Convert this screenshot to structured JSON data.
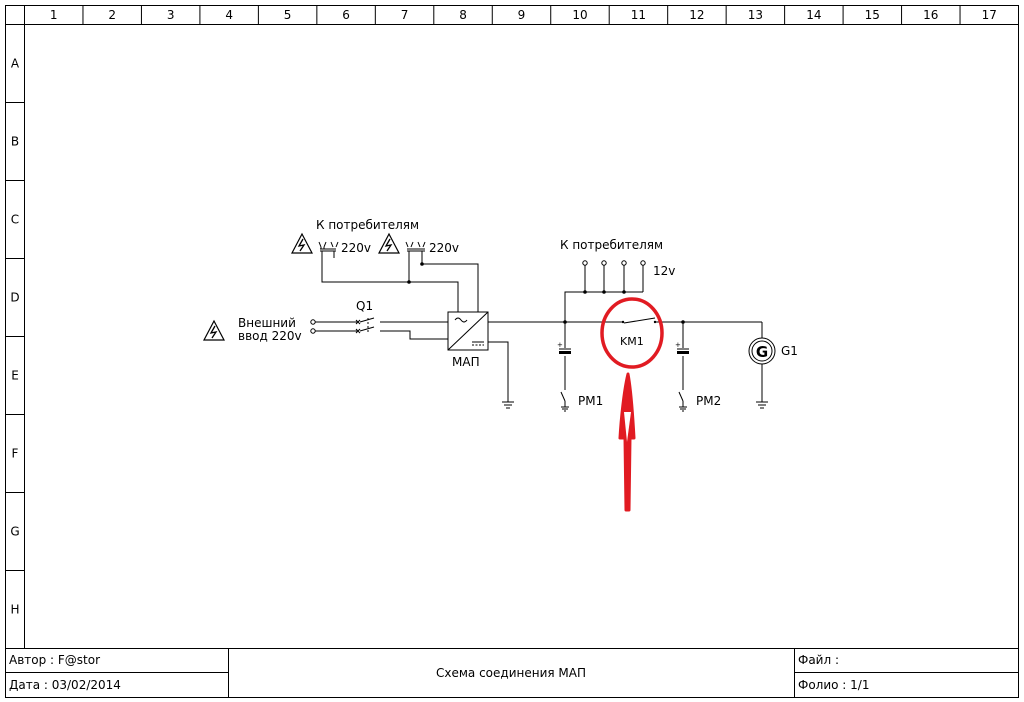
{
  "grid": {
    "columns": [
      "1",
      "2",
      "3",
      "4",
      "5",
      "6",
      "7",
      "8",
      "9",
      "10",
      "11",
      "12",
      "13",
      "14",
      "15",
      "16",
      "17"
    ],
    "rows": [
      "A",
      "B",
      "C",
      "D",
      "E",
      "F",
      "G",
      "H"
    ]
  },
  "title_block": {
    "author": "Автор : F@stor",
    "date": "Дата : 03/02/2014",
    "title": "Схема соединения МАП",
    "file": "Файл :",
    "folio": "Фолио : 1/1"
  },
  "schematic": {
    "consumers_ac_label": "К потребителям",
    "outlet_voltage_1": "220v",
    "outlet_voltage_2": "220v",
    "external_input_line1": "Внешний",
    "external_input_line2": "ввод 220v",
    "breaker_label": "Q1",
    "inverter_label": "МАП",
    "consumers_dc_label": "К потребителям",
    "dc_voltage": "12v",
    "relay_label": "KM1",
    "battery1_label": "PM1",
    "battery2_label": "PM2",
    "generator_label": "G1",
    "generator_symbol": "G"
  },
  "annotations": {
    "highlight_color": "#e11b22",
    "circle_target": "KM1",
    "arrow_direction": "up"
  },
  "icons": {
    "hazard": "high-voltage-warning-icon",
    "ground": "ground-icon",
    "outlet": "socket-icon"
  }
}
